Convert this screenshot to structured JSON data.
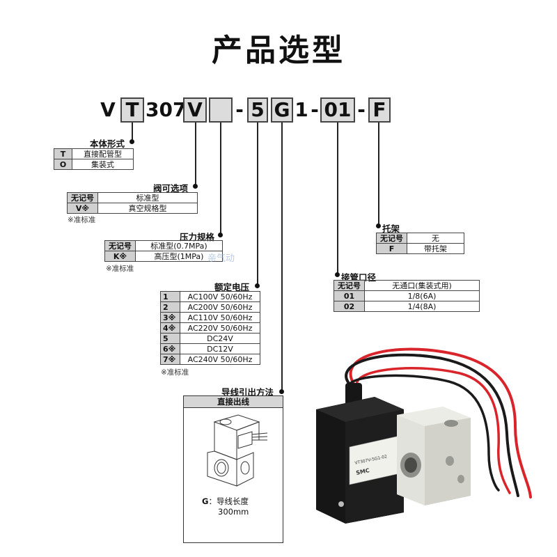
{
  "title": "产品选型",
  "model_code": {
    "parts": [
      "V",
      "T",
      "307",
      "V",
      "",
      "-",
      "5",
      "G",
      "1",
      "-",
      "01",
      "-",
      "F"
    ]
  },
  "sections": {
    "body_type": {
      "title": "本体形式",
      "rows": [
        {
          "code": "T",
          "desc": "直接配管型"
        },
        {
          "code": "O",
          "desc": "集装式"
        }
      ]
    },
    "valve_option": {
      "title": "阀可选项",
      "rows": [
        {
          "code": "无记号",
          "desc": "标准型"
        },
        {
          "code": "V※",
          "desc": "真空规格型"
        }
      ],
      "note": "※准标准"
    },
    "pressure": {
      "title": "压力规格",
      "rows": [
        {
          "code": "无记号",
          "desc": "标准型(0.7MPa)"
        },
        {
          "code": "K※",
          "desc": "高压型(1MPa)"
        }
      ],
      "note": "※准标准"
    },
    "voltage": {
      "title": "额定电压",
      "rows": [
        {
          "code": "1",
          "desc": "AC100V 50/60Hz"
        },
        {
          "code": "2",
          "desc": "AC200V 50/60Hz"
        },
        {
          "code": "3※",
          "desc": "AC110V 50/60Hz"
        },
        {
          "code": "4※",
          "desc": "AC220V 50/60Hz"
        },
        {
          "code": "5",
          "desc": "DC24V"
        },
        {
          "code": "6※",
          "desc": "DC12V"
        },
        {
          "code": "7※",
          "desc": "AC240V 50/60Hz"
        }
      ],
      "note": "※准标准"
    },
    "lead": {
      "title": "导线引出方法",
      "header": "直接出线",
      "code": "G",
      "label": "：导线长度",
      "length": "300mm"
    },
    "bracket": {
      "title": "托架",
      "rows": [
        {
          "code": "无记号",
          "desc": "无"
        },
        {
          "code": "F",
          "desc": "带托架"
        }
      ]
    },
    "port": {
      "title": "接管口径",
      "rows": [
        {
          "code": "无记号",
          "desc": "无通口(集装式用)"
        },
        {
          "code": "01",
          "desc": "1/8(6A)"
        },
        {
          "code": "02",
          "desc": "1/4(8A)"
        }
      ]
    }
  },
  "watermark": "亲气动",
  "nameplate": {
    "model": "VT307V-5G1-02",
    "brand": "SMC"
  },
  "colors": {
    "box_fill": "#dcdcdc",
    "table_key_fill": "#d0d0d0",
    "wire_red": "#d8242a",
    "wire_black": "#1a1a1a",
    "coil_black": "#161616",
    "body_grey": "#e2e2dc"
  }
}
